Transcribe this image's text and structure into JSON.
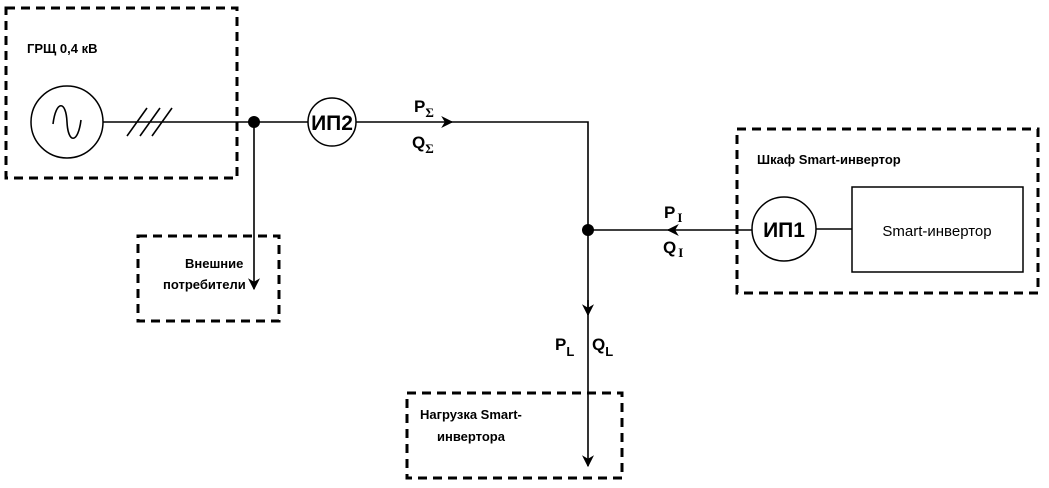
{
  "blocks": {
    "switchboard": "ГРЩ 0,4 кВ",
    "external_consumers_line1": "Внешние",
    "external_consumers_line2": "потребители",
    "cabinet": "Шкаф Smart-инвертор",
    "inverter": "Smart-инвертор",
    "load_line1": "Нагрузка Smart-",
    "load_line2": "инвертора"
  },
  "meters": {
    "ip2": "ИП2",
    "ip1": "ИП1"
  },
  "flows": {
    "grid_p": "P",
    "grid_q": "Q",
    "grid_sub": "Σ",
    "inv_p": "P",
    "inv_q": "Q",
    "inv_sub": "I",
    "load_p": "P",
    "load_q": "Q",
    "load_sub": "L"
  }
}
